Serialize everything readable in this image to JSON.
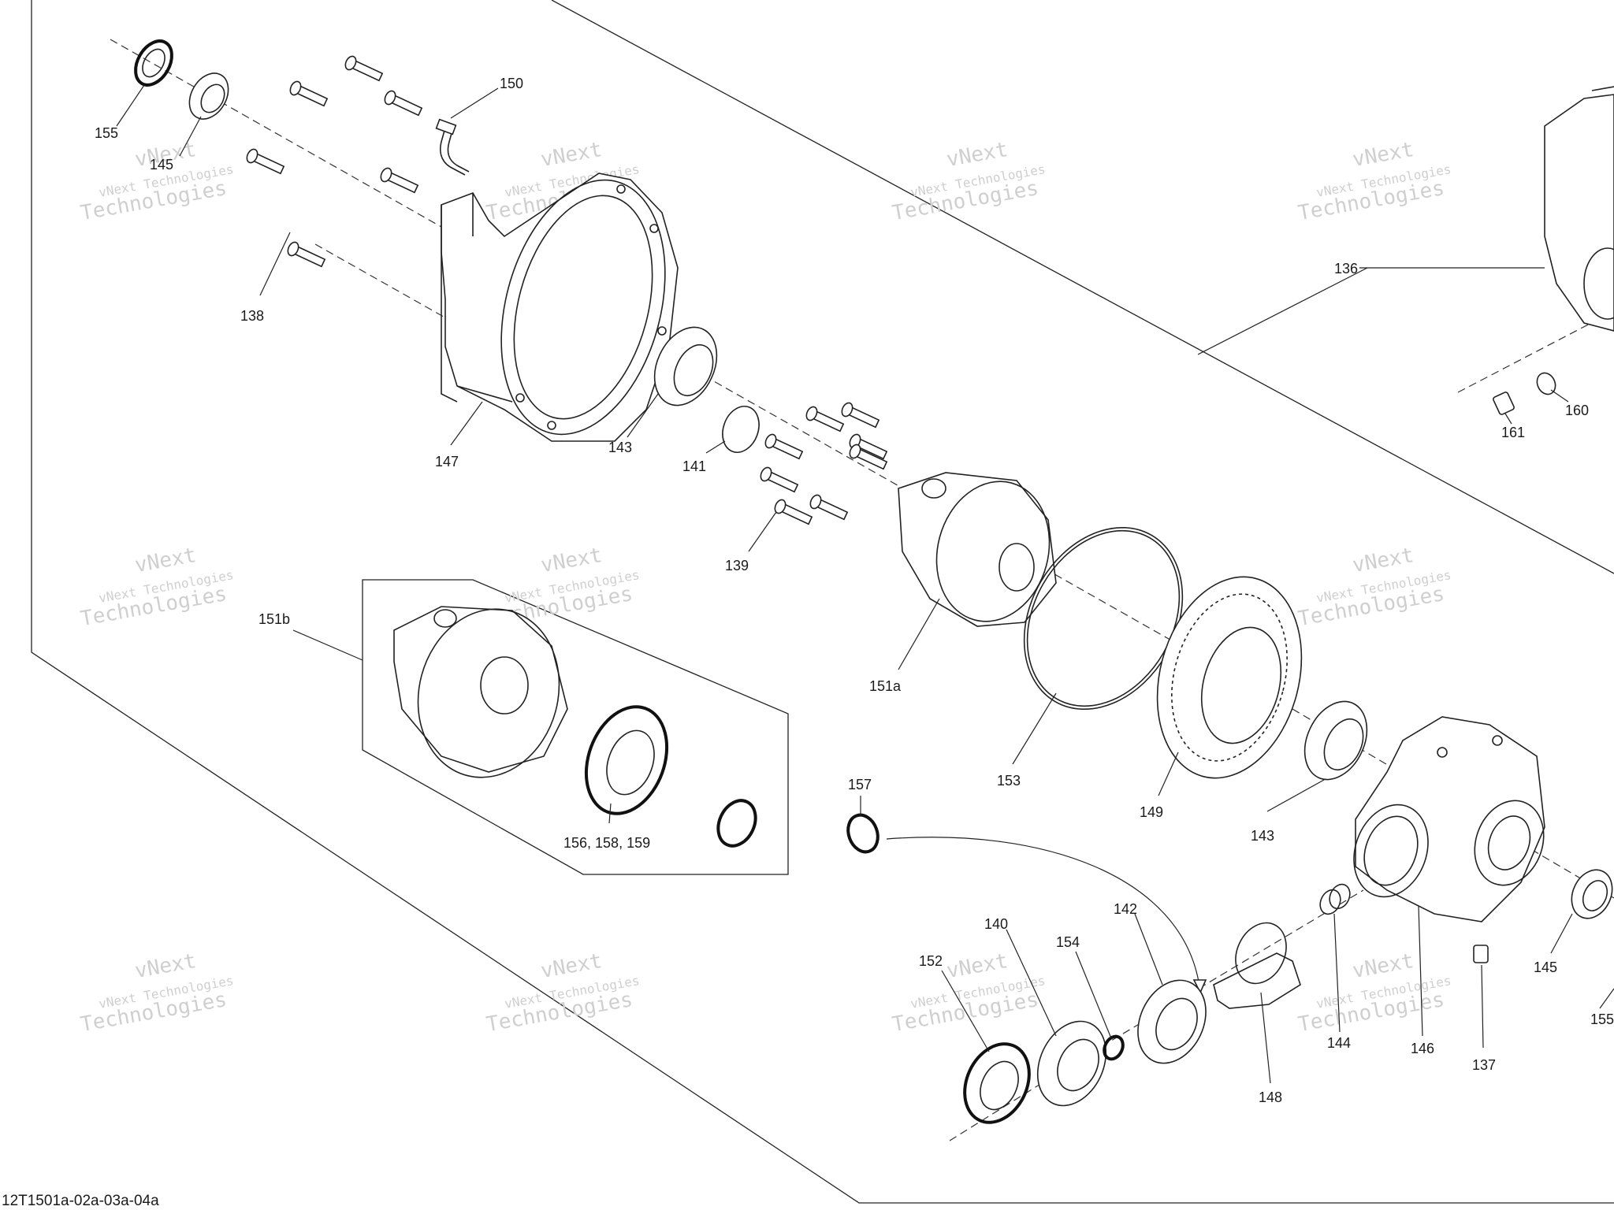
{
  "diagram": {
    "drawing_code": "12T1501a-02a-03a-04a",
    "watermark": {
      "line1": "vNext",
      "line2": "vNext Technologies",
      "line3": "Technologies"
    },
    "part_labels": [
      {
        "id": "155a",
        "text": "155"
      },
      {
        "id": "145a",
        "text": "145"
      },
      {
        "id": "138",
        "text": "138"
      },
      {
        "id": "150",
        "text": "150"
      },
      {
        "id": "147",
        "text": "147"
      },
      {
        "id": "143a",
        "text": "143"
      },
      {
        "id": "141",
        "text": "141"
      },
      {
        "id": "139",
        "text": "139"
      },
      {
        "id": "136",
        "text": "136"
      },
      {
        "id": "161",
        "text": "161"
      },
      {
        "id": "160",
        "text": "160"
      },
      {
        "id": "151b",
        "text": "151b"
      },
      {
        "id": "151a",
        "text": "151a"
      },
      {
        "id": "153",
        "text": "153"
      },
      {
        "id": "149",
        "text": "149"
      },
      {
        "id": "143b",
        "text": "143"
      },
      {
        "id": "157",
        "text": "157"
      },
      {
        "id": "156",
        "text": "156, 158, 159"
      },
      {
        "id": "152",
        "text": "152"
      },
      {
        "id": "140",
        "text": "140"
      },
      {
        "id": "154",
        "text": "154"
      },
      {
        "id": "142",
        "text": "142"
      },
      {
        "id": "148",
        "text": "148"
      },
      {
        "id": "144",
        "text": "144"
      },
      {
        "id": "146",
        "text": "146"
      },
      {
        "id": "137",
        "text": "137"
      },
      {
        "id": "145b",
        "text": "145"
      },
      {
        "id": "155b",
        "text": "155"
      }
    ]
  }
}
